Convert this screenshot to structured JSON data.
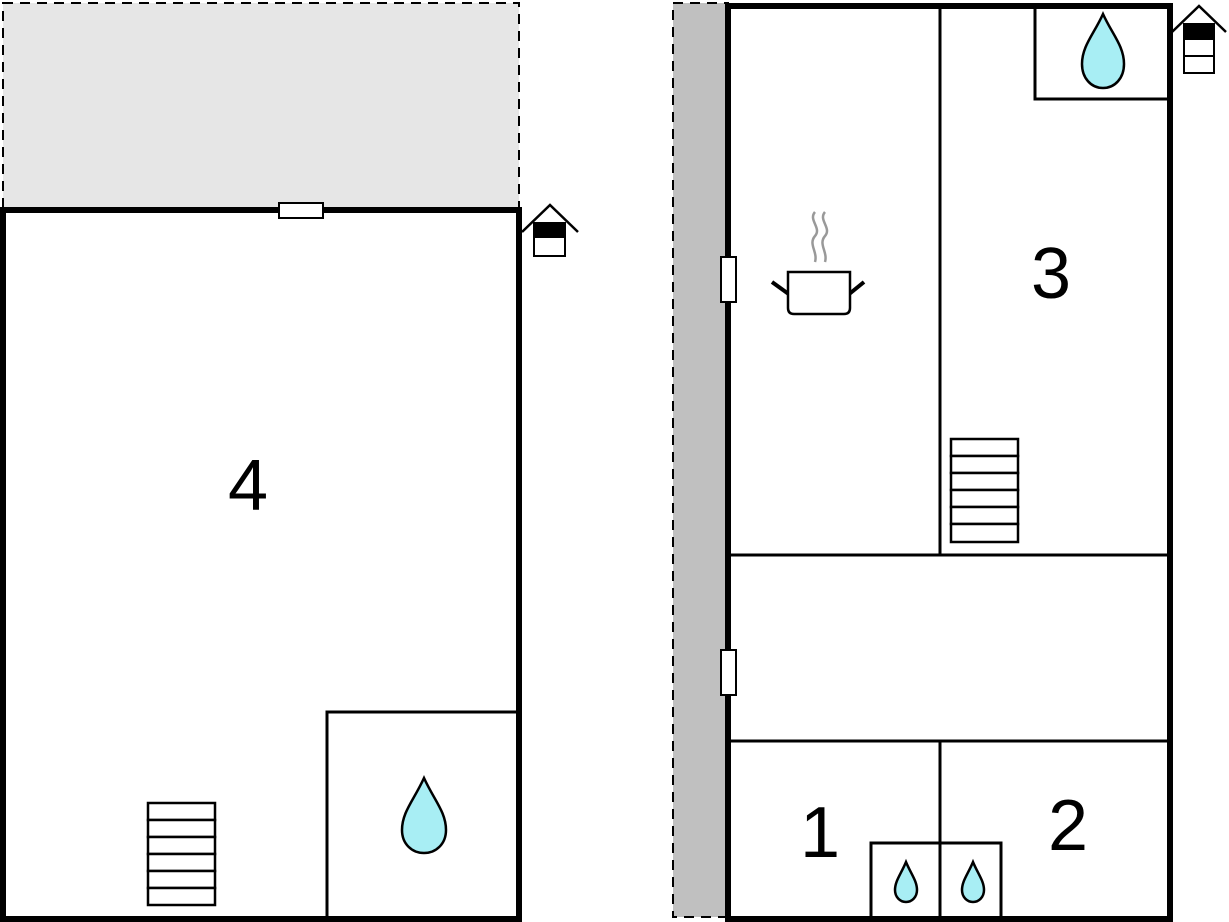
{
  "floorplan": {
    "left_building": {
      "room_label": "4"
    },
    "right_building": {
      "room_labels": [
        "3",
        "1",
        "2"
      ]
    },
    "colors": {
      "wall": "#000000",
      "terrace": "#e6e6e6",
      "side_strip": "#c0c0c0",
      "water": "#a8eef4",
      "steam": "#999999",
      "background": "#ffffff"
    },
    "icons": [
      "house-entrance-icon",
      "stairs-icon",
      "water-drop-icon",
      "cooking-pot-icon",
      "window-icon"
    ]
  }
}
